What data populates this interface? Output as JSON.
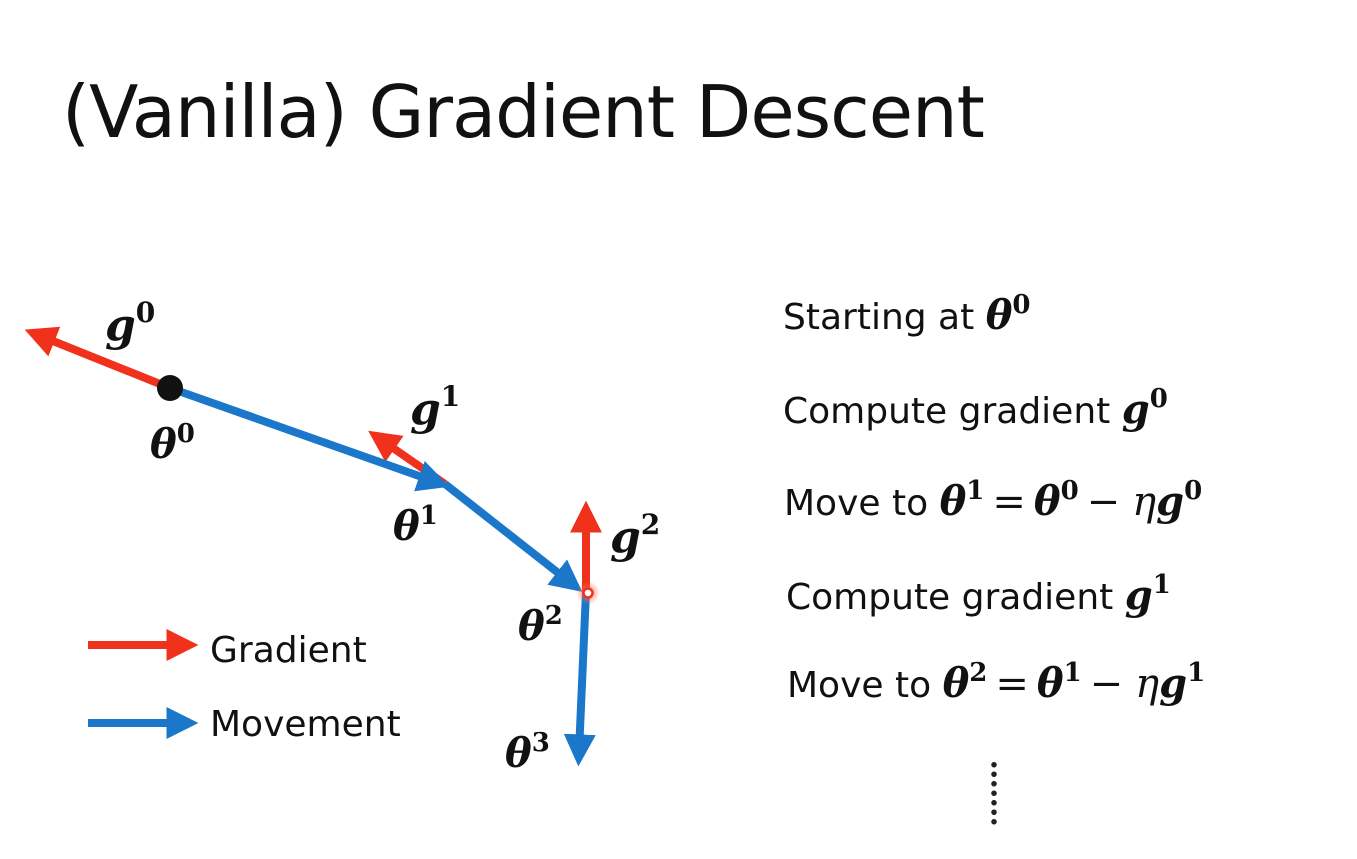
{
  "title": "(Vanilla) Gradient Descent",
  "colors": {
    "gradient": "#f0321c",
    "movement": "#1a77c9",
    "point": "#111111"
  },
  "diagram": {
    "labels": {
      "g0": {
        "base": "g",
        "sup": "0"
      },
      "g1": {
        "base": "g",
        "sup": "1"
      },
      "g2": {
        "base": "g",
        "sup": "2"
      },
      "theta0": {
        "base": "θ",
        "sup": "0"
      },
      "theta1": {
        "base": "θ",
        "sup": "1"
      },
      "theta2": {
        "base": "θ",
        "sup": "2"
      },
      "theta3": {
        "base": "θ",
        "sup": "3"
      }
    }
  },
  "legend": {
    "gradient_label": "Gradient",
    "movement_label": "Movement"
  },
  "steps": {
    "s1": {
      "text": "Starting at",
      "sym": "θ",
      "sup": "0"
    },
    "s2": {
      "text": "Compute gradient",
      "sym": "g",
      "sup": "0"
    },
    "s3": {
      "text": "Move to",
      "lhs": "θ",
      "lhs_sup": "1",
      "eq": "=",
      "rhs": "θ",
      "rhs_sup": "0",
      "minus": "−",
      "eta": "η",
      "g": "g",
      "g_sup": "0"
    },
    "s4": {
      "text": "Compute gradient",
      "sym": "g",
      "sup": "1"
    },
    "s5": {
      "text": "Move to",
      "lhs": "θ",
      "lhs_sup": "2",
      "eq": "=",
      "rhs": "θ",
      "rhs_sup": "1",
      "minus": "−",
      "eta": "η",
      "g": "g",
      "g_sup": "1"
    },
    "ellipsis": "⋮"
  }
}
